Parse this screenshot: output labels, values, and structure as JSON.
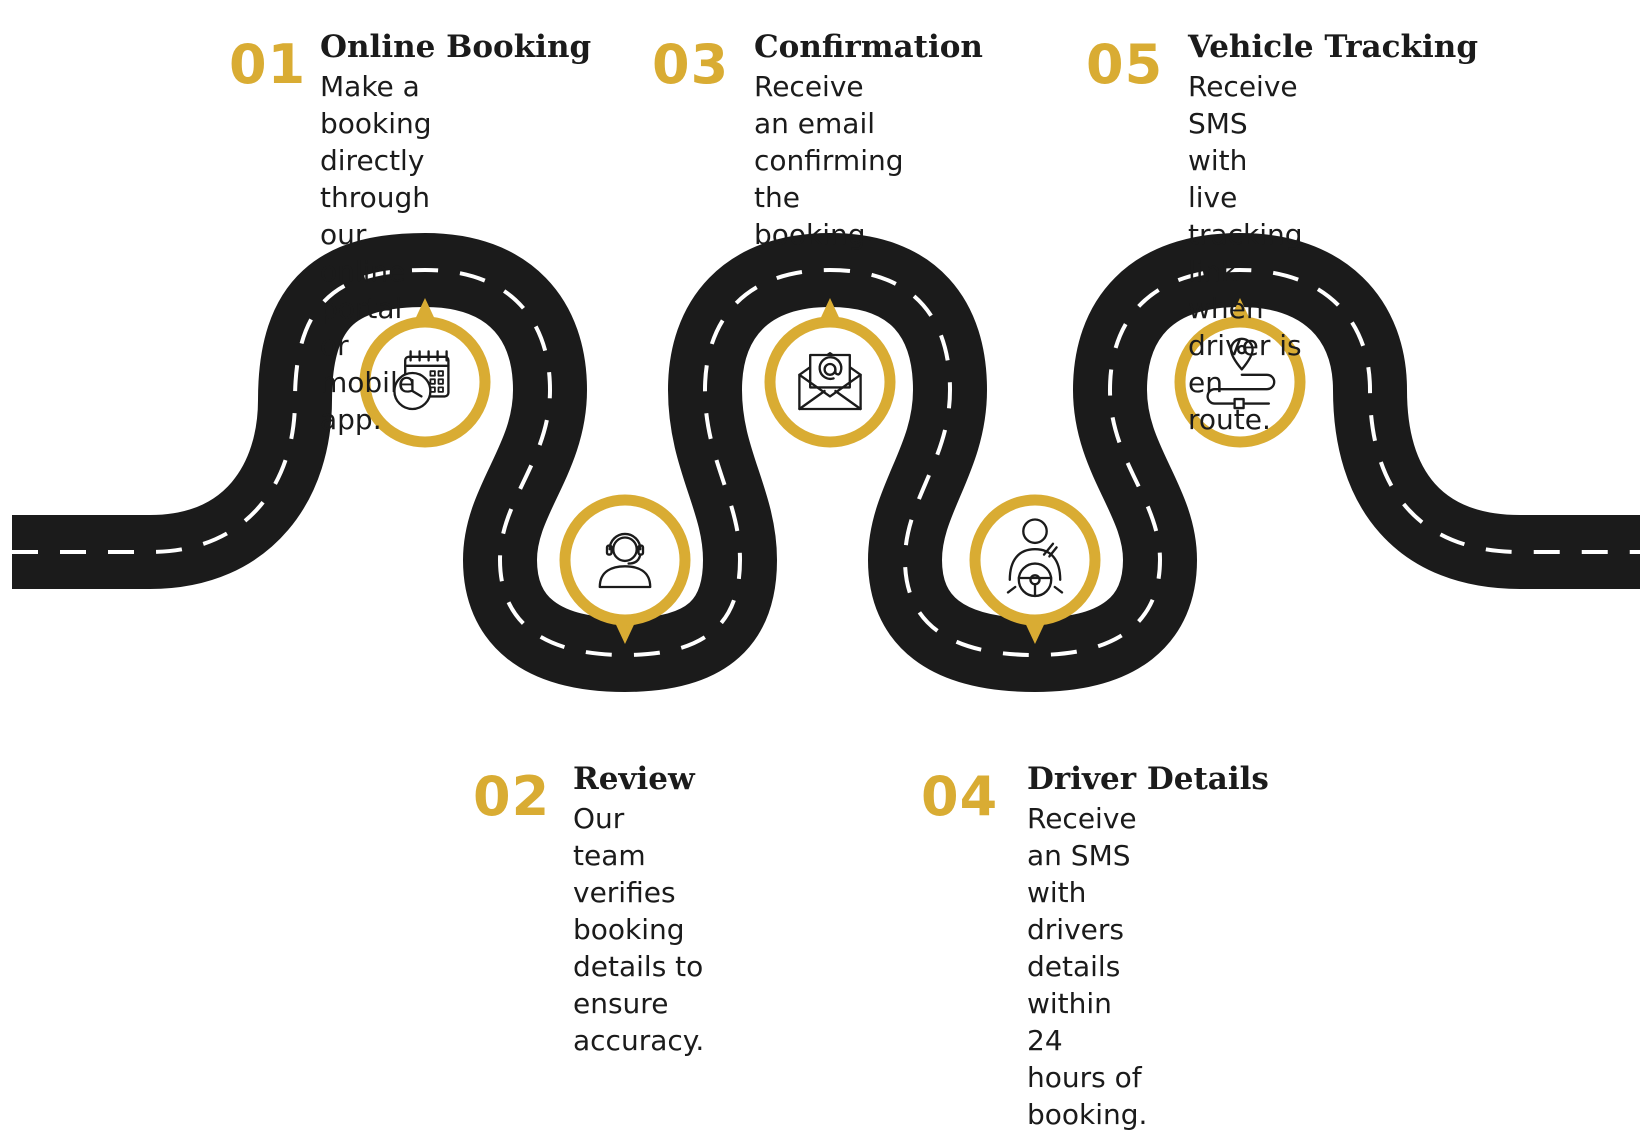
{
  "colors": {
    "road": "#1b1b1b",
    "accent": "#d9ac33",
    "lane": "#ffffff",
    "icon": "#1b1b1b",
    "background": "#ffffff"
  },
  "steps": [
    {
      "number": "01",
      "title": "Online Booking",
      "description": "Make a booking\ndirectly through\nour online portal\nor mobile app.",
      "icon": "calendar-clock-icon"
    },
    {
      "number": "02",
      "title": "Review",
      "description": "Our team verifies\nbooking details to\nensure accuracy.",
      "icon": "headset-agent-icon"
    },
    {
      "number": "03",
      "title": "Confirmation",
      "description": "Receive an email\nconfirming the\nbooking.",
      "icon": "email-envelope-icon"
    },
    {
      "number": "04",
      "title": "Driver Details",
      "description": "Receive an SMS with\ndrivers details within\n24 hours of booking.",
      "icon": "driver-steering-wheel-icon"
    },
    {
      "number": "05",
      "title": "Vehicle Tracking",
      "description": "Receive SMS with live\ntracking link when\ndriver is en route.",
      "icon": "location-route-icon"
    }
  ]
}
